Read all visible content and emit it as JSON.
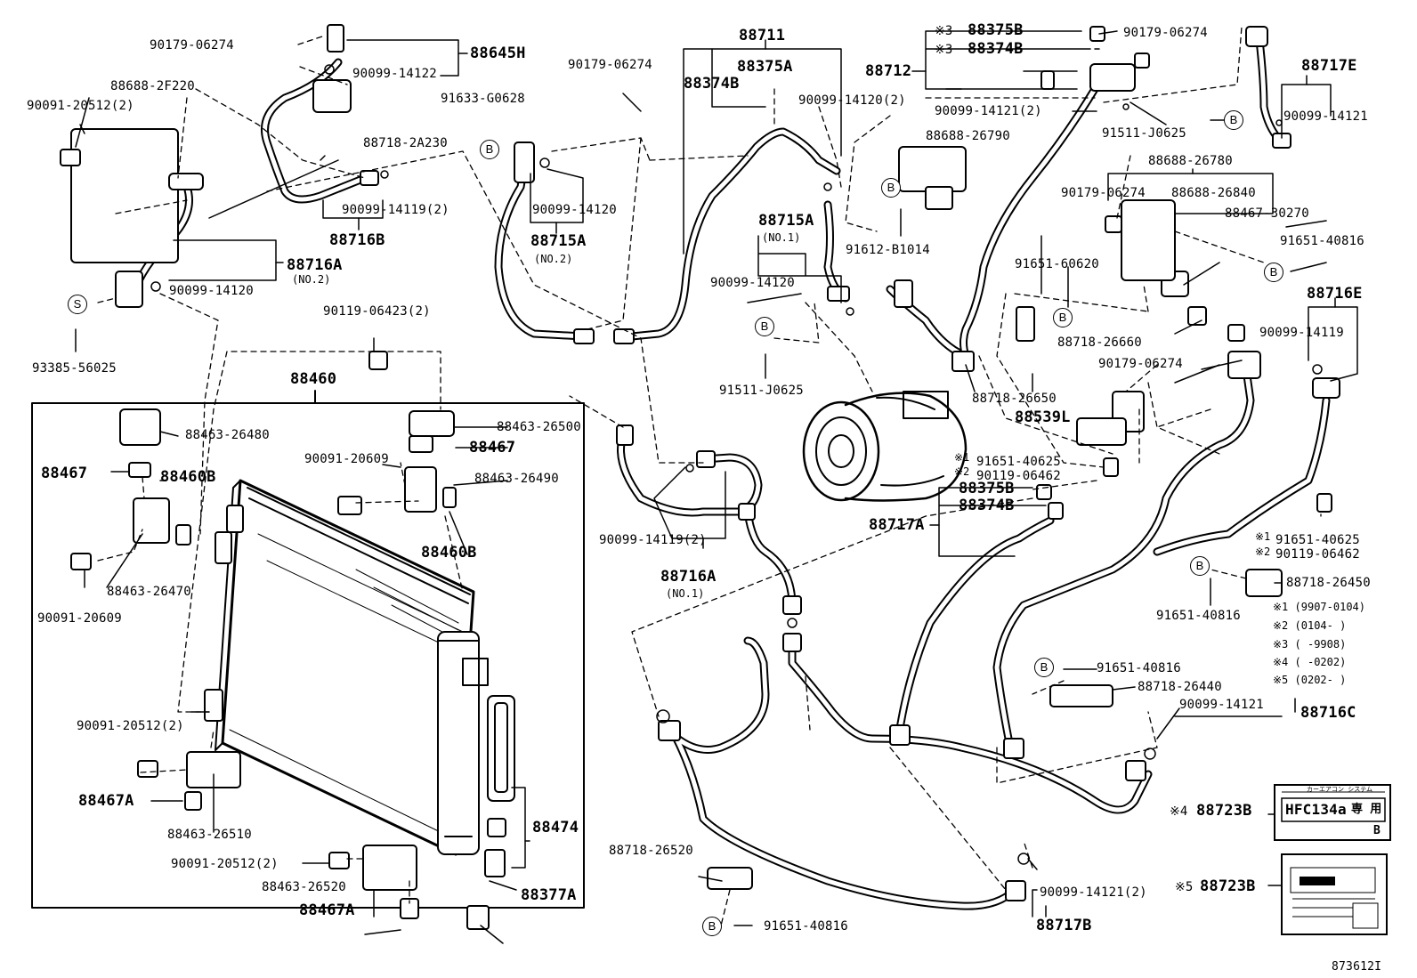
{
  "diagram": {
    "callout_letter_b": "B",
    "callout_letter_s": "S",
    "figure_number": "873612I",
    "parts": {
      "p90179_06274_a": "90179-06274",
      "p88645H": "88645H",
      "p90099_14122": "90099-14122",
      "p88688_2F220": "88688-2F220",
      "p90091_20512_2a": "90091-20512(2)",
      "p88718_2A230": "88718-2A230",
      "p90099_14119_2a": "90099-14119(2)",
      "p88716B": "88716B",
      "p88716A_no2": "88716A",
      "no2_a": "(NO.2)",
      "p90099_14120_a": "90099-14120",
      "p93385_56025": "93385-56025",
      "p90119_06423_2": "90119-06423(2)",
      "p88460": "88460",
      "p88463_26480": "88463-26480",
      "p88467_a": "88467",
      "p88460B_a": "88460B",
      "p88463_26470": "88463-26470",
      "p90091_20609_a": "90091-20609",
      "p88463_26500": "88463-26500",
      "p88467_b": "88467",
      "p90091_20609_b": "90091-20609",
      "p88463_26490": "88463-26490",
      "p88460B_b": "88460B",
      "p90091_20512_2b": "90091-20512(2)",
      "p88467A_a": "88467A",
      "p88463_26510": "88463-26510",
      "p90091_20512_2c": "90091-20512(2)",
      "p88463_26520": "88463-26520",
      "p88467A_b": "88467A",
      "p88474": "88474",
      "p88377A": "88377A",
      "p90179_06274_b": "90179-06274",
      "p91633_G0628": "91633-G0628",
      "p90099_14120_b": "90099-14120",
      "p88715A_no2": "88715A",
      "no2_b": "(NO.2)",
      "p88711": "88711",
      "p88375A": "88375A",
      "p88374B_a": "88374B",
      "p90099_14120_2": "90099-14120(2)",
      "p88715A_no1": "88715A",
      "no1_a": "(NO.1)",
      "p90099_14120_c": "90099-14120",
      "p91511_J0625_a": "91511-J0625",
      "p90099_14119_2b": "90099-14119(2)",
      "p88716A_no1": "88716A",
      "no1_b": "(NO.1)",
      "p88718_26520": "88718-26520",
      "p91651_40816_a": "91651-40816",
      "mark3a": "※3",
      "p88375B_a": "88375B",
      "mark3b": "※3",
      "p88374B_b": "88374B",
      "p88712": "88712",
      "p90099_14121_2a": "90099-14121(2)",
      "p90179_06274_c": "90179-06274",
      "p88688_26790": "88688-26790",
      "p91612_B1014": "91612-B1014",
      "p88717E": "88717E",
      "p90099_14121_a": "90099-14121",
      "p91511_J0625_b": "91511-J0625",
      "p88688_26780": "88688-26780",
      "p90179_06274_d": "90179-06274",
      "p88688_26840": "88688-26840",
      "p88467_30270": "88467-30270",
      "p91651_40816_b": "91651-40816",
      "p91651_60620": "91651-60620",
      "p88718_26660": "88718-26660",
      "p88716E": "88716E",
      "p90099_14119_c": "90099-14119",
      "p90179_06274_e": "90179-06274",
      "p88718_26650": "88718-26650",
      "p88539L": "88539L",
      "mark1a": "※1",
      "p91651_40625_a": "91651-40625",
      "mark2a": "※2",
      "p90119_06462_a": "90119-06462",
      "p88375B_b": "88375B",
      "p88374B_c": "88374B",
      "p88717A": "88717A",
      "mark1b": "※1",
      "p91651_40625_b": "91651-40625",
      "mark2b": "※2",
      "p90119_06462_b": "90119-06462",
      "p88718_26450": "88718-26450",
      "p91651_40816_c": "91651-40816",
      "p91651_40816_d": "91651-40816",
      "p88718_26440": "88718-26440",
      "p90099_14121_b": "90099-14121",
      "p88716C": "88716C",
      "mark4": "※4",
      "p88723B_a": "88723B",
      "mark5": "※5",
      "p88723B_b": "88723B",
      "p90099_14121_2b": "90099-14121(2)",
      "p88717B": "88717B"
    },
    "notes": [
      {
        "mark": "※1",
        "text": "(9907-0104)"
      },
      {
        "mark": "※2",
        "text": "(0104-      )"
      },
      {
        "mark": "※3",
        "text": "(     -9908)"
      },
      {
        "mark": "※4",
        "text": "(     -0202)"
      },
      {
        "mark": "※5",
        "text": "(0202-      )"
      }
    ],
    "label_hfc": "HFC134a",
    "label_hfc_suffix": "専 用",
    "label_hfc_top": "カーエアコン システム",
    "label_hfc_corner": "B"
  }
}
